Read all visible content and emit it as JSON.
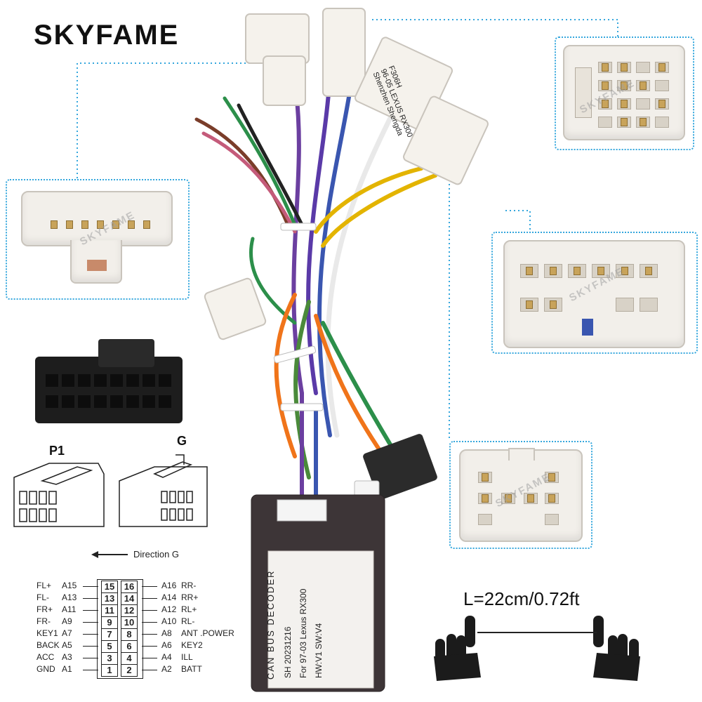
{
  "brand": "SKYFAME",
  "watermark": "SKYFAME",
  "colors": {
    "dots": "#35a7dd",
    "connector_body": "#f2efea",
    "pins": "#c8a35a",
    "black_plug": "#1d1d1d"
  },
  "connector_label": {
    "line1": "F306H",
    "line2": "96-05 LEXUS RX300",
    "line3": "Shenzhen Shengda"
  },
  "diagram": {
    "p1_label": "P1",
    "g_label": "G",
    "direction_label": "Direction G"
  },
  "pinout": {
    "rows": [
      {
        "left_signal": "FL+",
        "left_code": "A15",
        "left_pin": "15",
        "right_pin": "16",
        "right_code": "A16",
        "right_signal": "RR-"
      },
      {
        "left_signal": "FL-",
        "left_code": "A13",
        "left_pin": "13",
        "right_pin": "14",
        "right_code": "A14",
        "right_signal": "RR+"
      },
      {
        "left_signal": "FR+",
        "left_code": "A11",
        "left_pin": "11",
        "right_pin": "12",
        "right_code": "A12",
        "right_signal": "RL+"
      },
      {
        "left_signal": "FR-",
        "left_code": "A9",
        "left_pin": "9",
        "right_pin": "10",
        "right_code": "A10",
        "right_signal": "RL-"
      },
      {
        "left_signal": "KEY1",
        "left_code": "A7",
        "left_pin": "7",
        "right_pin": "8",
        "right_code": "A8",
        "right_signal": "ANT .POWER"
      },
      {
        "left_signal": "BACK",
        "left_code": "A5",
        "left_pin": "5",
        "right_pin": "6",
        "right_code": "A6",
        "right_signal": "KEY2"
      },
      {
        "left_signal": "ACC",
        "left_code": "A3",
        "left_pin": "3",
        "right_pin": "4",
        "right_code": "A4",
        "right_signal": "ILL"
      },
      {
        "left_signal": "GND",
        "left_code": "A1",
        "left_pin": "1",
        "right_pin": "2",
        "right_code": "A2",
        "right_signal": "BATT"
      }
    ]
  },
  "decoder": {
    "line1": "CAN BUS DECODER",
    "line2": "SH    20231216",
    "line3": "For 97-03 Lexus RX300",
    "line4": "HW:V1      SW:V4"
  },
  "length_label": "L=22cm/0.72ft"
}
